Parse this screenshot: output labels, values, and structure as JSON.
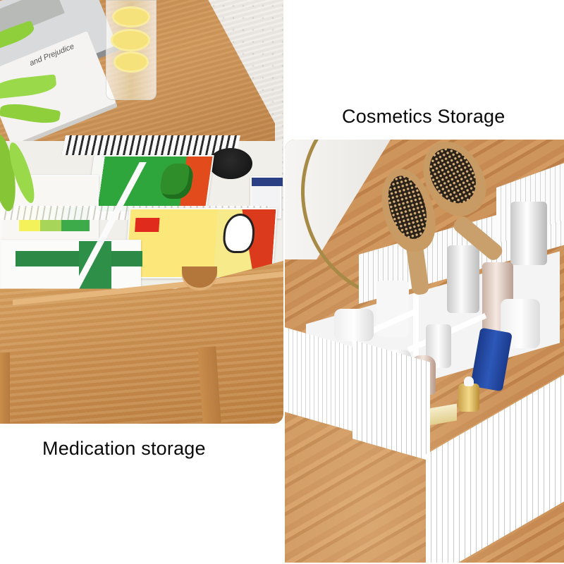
{
  "captions": {
    "cosmetics": "Cosmetics Storage",
    "medication": "Medication storage"
  },
  "panels": {
    "left": {
      "subject": "Wooden nightstand drawer organized with white adjustable dividers holding medicine boxes",
      "book_title_fragment": "and Prejudice"
    },
    "right": {
      "subject": "White adjustable divider grid on wooden table holding cosmetics, hairbrushes and skincare bottles"
    }
  },
  "colors": {
    "background": "#ffffff",
    "caption_text": "#0a0a0a",
    "wood": "#c98e4f",
    "divider_white": "#fbfbfb",
    "medicine_green": "#2ea63c",
    "medicine_yellow": "#fbe77a",
    "tube_blue": "#1b3a8c"
  }
}
